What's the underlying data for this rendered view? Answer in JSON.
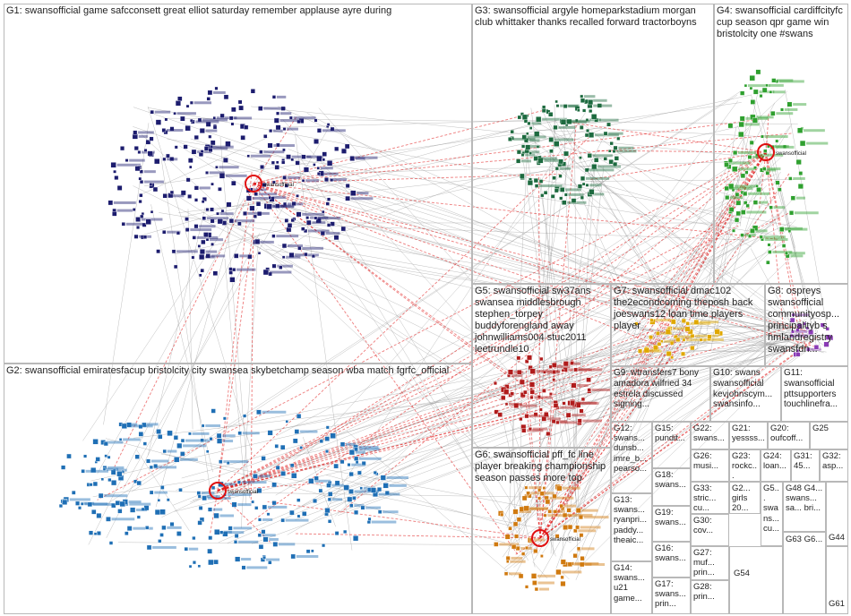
{
  "groups": [
    {
      "id": "G1",
      "text": "G1: swansofficial game safcconsett great elliot saturday remember applause ayre during"
    },
    {
      "id": "G2",
      "text": "G2: swansofficial emiratesfacup bristolcity city swansea skybetchamp season wba match fgrfc_official"
    },
    {
      "id": "G3",
      "text": "G3: swansofficial argyle homeparkstadium morgan club whittaker thanks recalled forward tractorboyns"
    },
    {
      "id": "G4",
      "text": "G4: swansofficial cardiffcityfc cup season qpr game win bristolcity one #swans"
    },
    {
      "id": "G5",
      "text": "G5: swansofficial sw37ans swansea middlesbrough stephen_torpey buddyforengland away johnwilliams004 stuc2011 leetrundle10"
    },
    {
      "id": "G6",
      "text": "G6: swansofficial pff_fc line player breaking championship season passes more top"
    },
    {
      "id": "G7",
      "text": "G7: swansofficial dmac102 the2econdcoming theposh back joeswans12 loan time players player"
    },
    {
      "id": "G8",
      "text": "G8: ospreys swansofficial communityosp... principalityb s hmlandregistry swansfdn..."
    },
    {
      "id": "G9",
      "text": "G9: wtransfers7 bony amadora wilfried 34 estrela discussed signing..."
    },
    {
      "id": "G10",
      "text": "G10: swans swansofficial kevjohnscym... swansinfo..."
    },
    {
      "id": "G11",
      "text": "G11: swansofficial pttsupporters touchlinefra..."
    },
    {
      "id": "G12",
      "text": "G12: swans... dunsb... imre_b... pearso..."
    },
    {
      "id": "G13",
      "text": "G13: swans... ryanpri... paddy... theaic..."
    },
    {
      "id": "G14",
      "text": "G14: swans... u21 game..."
    },
    {
      "id": "G15",
      "text": "G15: pundit..."
    },
    {
      "id": "G16",
      "text": "G16: swans..."
    },
    {
      "id": "G17",
      "text": "G17: swans... prin..."
    },
    {
      "id": "G18",
      "text": "G18: swans..."
    },
    {
      "id": "G19",
      "text": "G19: swans..."
    },
    {
      "id": "G20",
      "text": "G20: oufcoff..."
    },
    {
      "id": "G21",
      "text": "G21: yessss..."
    },
    {
      "id": "G22",
      "text": "G22: swans..."
    },
    {
      "id": "G23",
      "text": "G23: rockc... loan..."
    },
    {
      "id": "G24",
      "text": "G24: loan..."
    },
    {
      "id": "G25",
      "text": "G25"
    },
    {
      "id": "G26",
      "text": "G26: musi..."
    },
    {
      "id": "G27",
      "text": "G27: muf... prin..."
    },
    {
      "id": "G28",
      "text": "G28: prin..."
    },
    {
      "id": "G29",
      "text": "G2... girls 20..."
    },
    {
      "id": "G30",
      "text": "G30: cov..."
    },
    {
      "id": "G31",
      "text": "G31: 45..."
    },
    {
      "id": "G32",
      "text": "G32: asp..."
    },
    {
      "id": "G33",
      "text": "G33: stric... cu..."
    },
    {
      "id": "G5x",
      "text": "G5... swans... cu..."
    },
    {
      "id": "G48",
      "text": "G48 G4... swans... sa... bri..."
    },
    {
      "id": "G54",
      "text": "G54"
    },
    {
      "id": "G63",
      "text": "G63 G6..."
    },
    {
      "id": "G44",
      "text": "G44"
    },
    {
      "id": "G61",
      "text": "G61"
    }
  ],
  "hub_labels": [
    "swansofficial",
    "swansofficial",
    "swansofficial",
    "swansofficial"
  ],
  "colors": {
    "g1": "#1c1c6e",
    "g2": "#1f6fb5",
    "g3": "#1d6a3f",
    "g4": "#2fa02f",
    "g5": "#b01c1c",
    "g6": "#d07a10",
    "g7": "#e0a800",
    "g8": "#8a3bb5",
    "edge": "#8c8c8c",
    "hub_edge": "#e01010"
  }
}
